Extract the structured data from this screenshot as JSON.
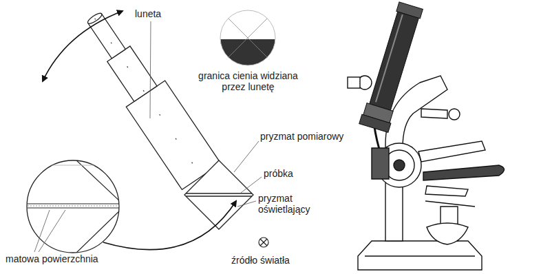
{
  "diagram": {
    "labels": [
      "luneta",
      "granica cienia widziana przez lunetę",
      "pryzmat pomiarowy",
      "próbka",
      "pryzmat oświetlający",
      "matowa powierzchnia",
      "źródło światła"
    ]
  }
}
